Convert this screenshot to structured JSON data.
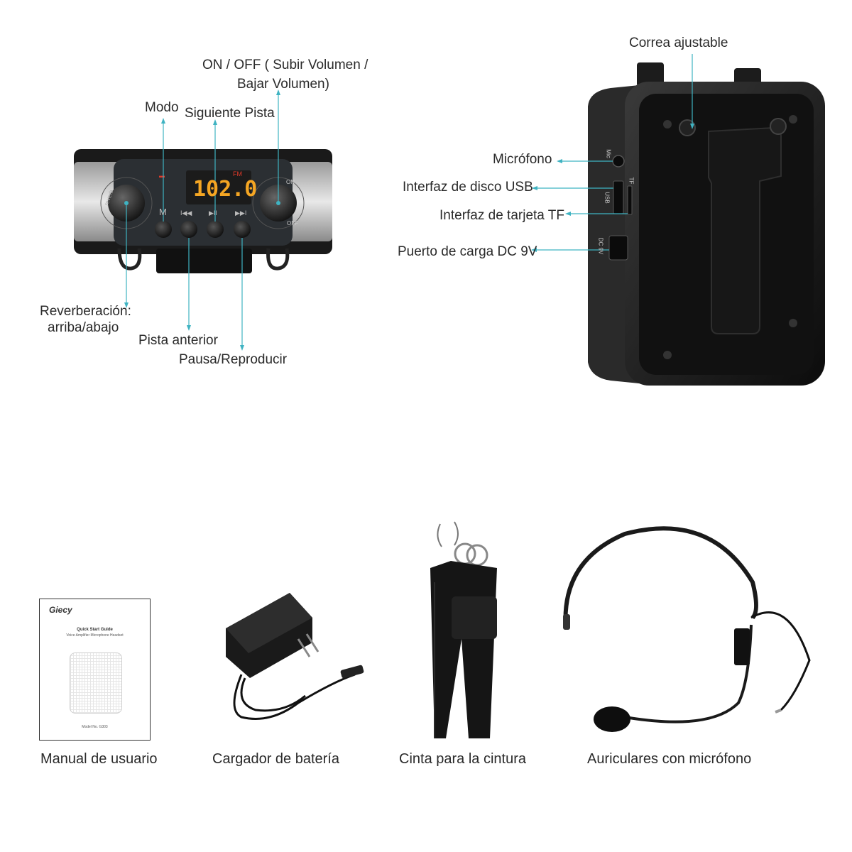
{
  "front_panel": {
    "display_value": "102.0",
    "display_badge": "FM",
    "knob_left_label": "reverb",
    "knob_right_on": "ON",
    "knob_right_off": "OFF",
    "button_mode_glyph": "M",
    "button_prev_glyph": "I◀◀",
    "button_play_glyph": "▶II",
    "button_next_glyph": "▶▶I"
  },
  "labels": {
    "power_line1": "ON / OFF ( Subir Volumen /",
    "power_line2": "Bajar Volumen)",
    "mode": "Modo",
    "next_track": "Siguiente Pista",
    "reverb_line1": "Reverberación:",
    "reverb_line2": "arriba/abajo",
    "prev_track": "Pista anterior",
    "play_pause": "Pausa/Reproducir",
    "strap": "Correa ajustable",
    "mic": "Micrófono",
    "usb": "Interfaz de disco USB",
    "tf": "Interfaz de tarjeta TF",
    "dc": "Puerto de carga DC 9V"
  },
  "side_ports": {
    "mic": "Mic",
    "usb": "USB",
    "tf": "TF",
    "dc": "DC 9V"
  },
  "manual": {
    "brand": "Giecy",
    "title": "Quick Start Guide",
    "subtitle": "Voice Amplifier Microphone Headset",
    "model": "Model No. G303"
  },
  "accessories": {
    "manual": "Manual de usuario",
    "charger": "Cargador de batería",
    "belt": "Cinta para la cintura",
    "headset": "Auriculares con micrófono"
  }
}
